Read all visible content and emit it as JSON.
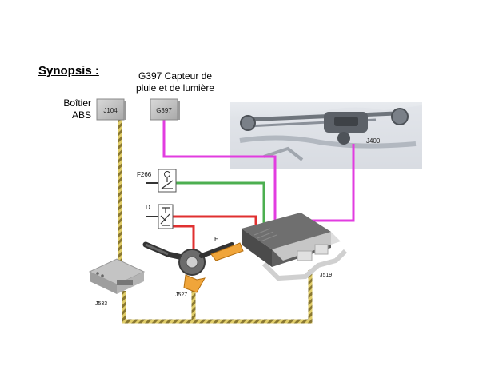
{
  "title": "Synopsis :",
  "captions": {
    "g397_line1": "G397 Capteur de",
    "g397_line2": "pluie et de lumière",
    "abs_line1": "Boîtier",
    "abs_line2": "ABS"
  },
  "labels": {
    "j104": "J104",
    "g397": "G397",
    "j400": "J400",
    "f266": "F266",
    "d": "D",
    "e": "E",
    "j519": "J519",
    "j533": "J533",
    "j527": "J527"
  },
  "colors": {
    "can_bus": "#d8c256",
    "can_bus_dark": "#7a6a22",
    "lin_bus": "#e23ce0",
    "green_wire": "#4caf50",
    "red_wire": "#e03030",
    "connector_box": "#c9c9c9",
    "stalk_orange": "#f0a53a"
  }
}
